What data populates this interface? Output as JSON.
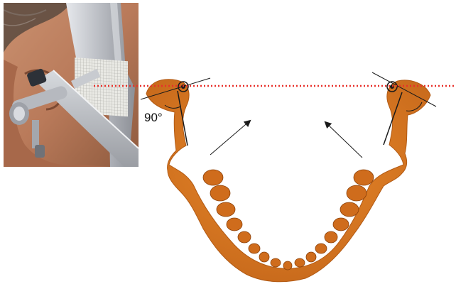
{
  "annotations": {
    "angle_label": "90°"
  },
  "colors": {
    "reference_line": "#e8312b",
    "mandible_fill": "#d9761f",
    "mandible_dark": "#8a3f08",
    "axis_lines": "#1a1a1a"
  },
  "icons": {
    "photo": "ear-rod-facebow-photo",
    "specimen": "mandible-occlusal-view"
  }
}
